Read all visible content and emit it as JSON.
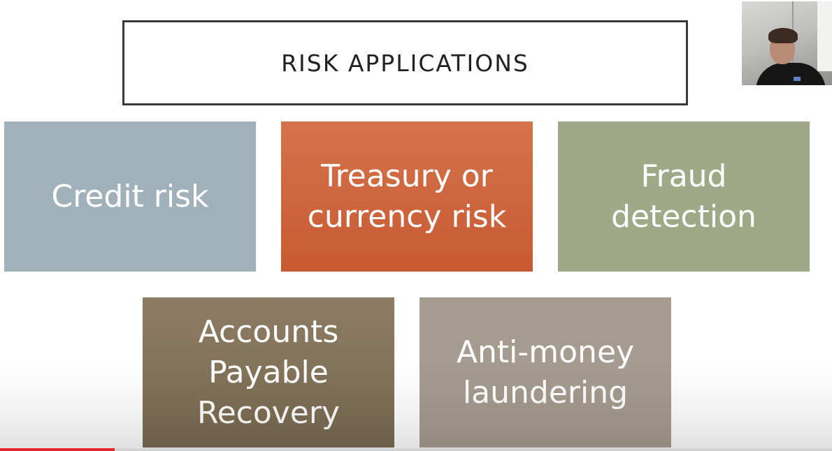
{
  "slide": {
    "title": "RISK APPLICATIONS",
    "tiles": [
      {
        "id": "credit",
        "label": "Credit risk",
        "color": "#a1b1b9"
      },
      {
        "id": "treasury",
        "label": "Treasury or\ncurrency risk",
        "color": "#cc6238"
      },
      {
        "id": "fraud",
        "label": "Fraud\ndetection",
        "color": "#9fa987"
      },
      {
        "id": "ap",
        "label": "Accounts\nPayable\nRecovery",
        "color": "#83735a"
      },
      {
        "id": "aml",
        "label": "Anti-money\nlaundering",
        "color": "#a69b8f"
      }
    ]
  },
  "webcam": {
    "present": true
  },
  "video_player": {
    "progress_fraction": 0.138,
    "progress_color": "#e3262b"
  }
}
